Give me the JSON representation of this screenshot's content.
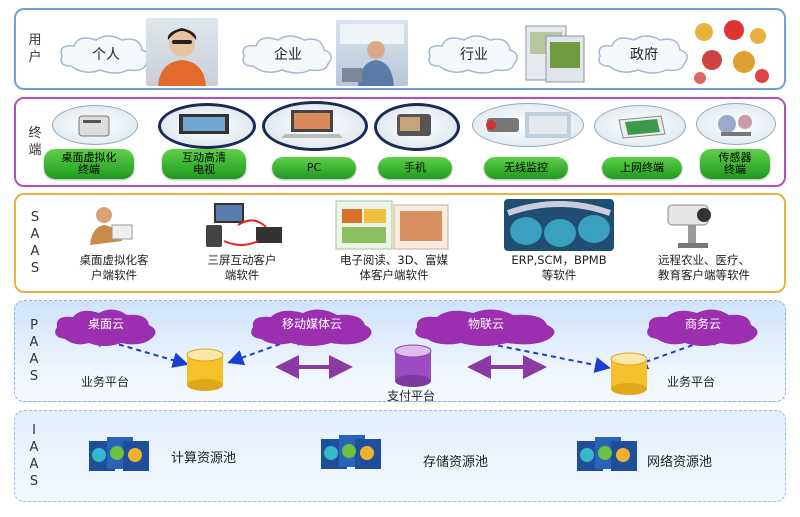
{
  "layers": {
    "users": {
      "label_chars": [
        "用",
        "户"
      ]
    },
    "terminal": {
      "label_chars": [
        "终",
        "端"
      ]
    },
    "saas": {
      "label_chars": [
        "S",
        "A",
        "A",
        "S"
      ]
    },
    "paas": {
      "label_chars": [
        "P",
        "A",
        "A",
        "S"
      ]
    },
    "iaas": {
      "label_chars": [
        "I",
        "A",
        "A",
        "S"
      ]
    }
  },
  "users": {
    "items": [
      {
        "label": "个人",
        "icon": "person-photo-icon"
      },
      {
        "label": "企业",
        "icon": "office-photo-icon"
      },
      {
        "label": "行业",
        "icon": "industry-screens-icon"
      },
      {
        "label": "政府",
        "icon": "government-emblems-icon"
      }
    ]
  },
  "terminal": {
    "items": [
      {
        "label_line1": "桌面虚拟化",
        "label_line2": "终端",
        "icon": "thin-client-icon"
      },
      {
        "label_line1": "互动高清",
        "label_line2": "电视",
        "icon": "tv-icon"
      },
      {
        "label_line1": "PC",
        "label_line2": "",
        "icon": "laptop-icon"
      },
      {
        "label_line1": "手机",
        "label_line2": "",
        "icon": "phone-icon"
      },
      {
        "label_line1": "无线监控",
        "label_line2": "",
        "icon": "camera-icon"
      },
      {
        "label_line1": "上网终端",
        "label_line2": "",
        "icon": "tablet-icon"
      },
      {
        "label_line1": "传感器",
        "label_line2": "终端",
        "icon": "sensor-icon"
      }
    ]
  },
  "saas": {
    "items": [
      {
        "label_line1": "桌面虚拟化客",
        "label_line2": "户端软件",
        "icon": "desktop-user-icon"
      },
      {
        "label_line1": "三屏互动客户",
        "label_line2": "端软件",
        "icon": "three-screen-icon"
      },
      {
        "label_line1": "电子阅读、3D、富媒",
        "label_line2": "体客户端软件",
        "icon": "ereader-icon"
      },
      {
        "label_line1": "ERP,SCM，BPMB",
        "label_line2": "等软件",
        "icon": "erp-icon"
      },
      {
        "label_line1": "远程农业、医疗、",
        "label_line2": "教育客户端等软件",
        "icon": "remote-camera-icon"
      }
    ]
  },
  "paas": {
    "clouds": [
      "桌面云",
      "移动媒体云",
      "物联云",
      "商务云"
    ],
    "platforms": [
      "业务平台",
      "支付平台",
      "业务平台"
    ]
  },
  "iaas": {
    "pools": [
      "计算资源池",
      "存储资源池",
      "网络资源池"
    ]
  },
  "colors": {
    "users_border": "#6fa0d6",
    "terminal_border": "#b44ec8",
    "saas_border": "#f0b040",
    "pill_green": "#2fb52a",
    "purple_cloud": "#9b2fb0",
    "db_yellow": "#f5c02a",
    "db_purple": "#9a4cc0",
    "arrow_blue": "#1a3ecf",
    "arrow_purple": "#8a3aa0"
  }
}
